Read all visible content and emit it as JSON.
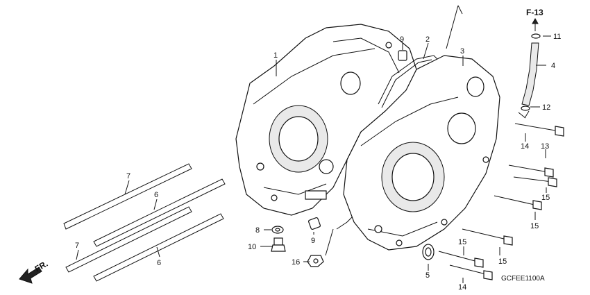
{
  "header": {
    "ref": "F-13"
  },
  "callouts": [
    {
      "id": "c1",
      "text": "1"
    },
    {
      "id": "c2",
      "text": "2"
    },
    {
      "id": "c3",
      "text": "3"
    },
    {
      "id": "c4",
      "text": "4"
    },
    {
      "id": "c5",
      "text": "5"
    },
    {
      "id": "c6a",
      "text": "6"
    },
    {
      "id": "c6b",
      "text": "6"
    },
    {
      "id": "c7a",
      "text": "7"
    },
    {
      "id": "c7b",
      "text": "7"
    },
    {
      "id": "c8",
      "text": "8"
    },
    {
      "id": "c9a",
      "text": "9"
    },
    {
      "id": "c9b",
      "text": "9"
    },
    {
      "id": "c10",
      "text": "10"
    },
    {
      "id": "c11",
      "text": "11"
    },
    {
      "id": "c12",
      "text": "12"
    },
    {
      "id": "c13",
      "text": "13"
    },
    {
      "id": "c14a",
      "text": "14"
    },
    {
      "id": "c14b",
      "text": "14"
    },
    {
      "id": "c15a",
      "text": "15"
    },
    {
      "id": "c15b",
      "text": "15"
    },
    {
      "id": "c15c",
      "text": "15"
    },
    {
      "id": "c15d",
      "text": "15"
    },
    {
      "id": "c16",
      "text": "16"
    }
  ],
  "direction": "FR.",
  "diagram_code": "GCFEE1100A"
}
